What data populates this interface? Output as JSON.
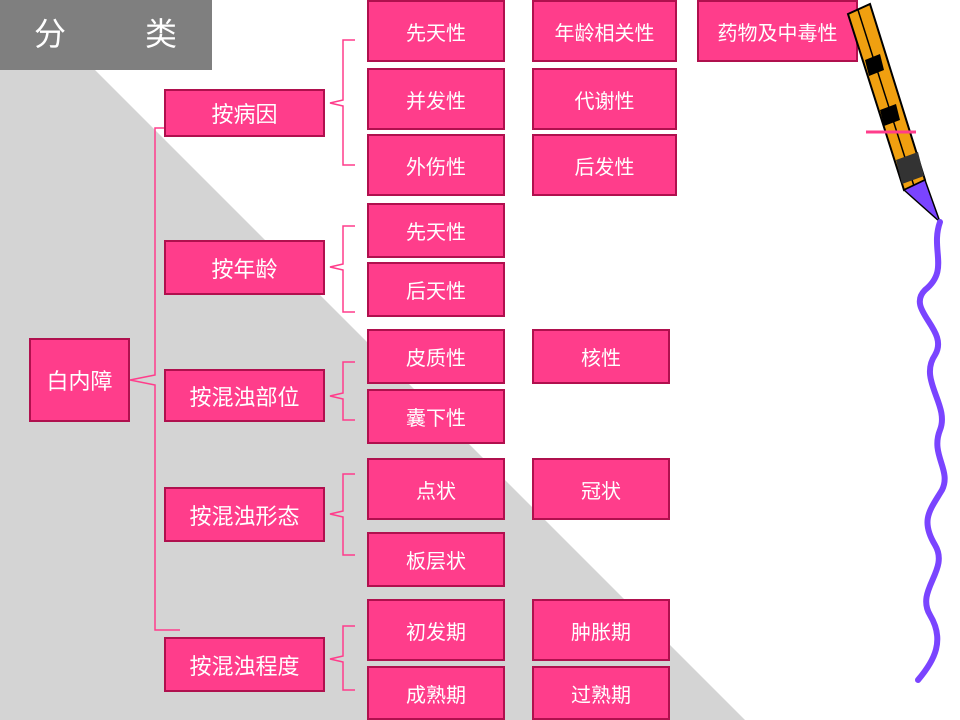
{
  "title": {
    "part1": "分",
    "part2": "类"
  },
  "root": {
    "label": "白内障"
  },
  "groups": [
    {
      "label": "按病因",
      "items": [
        "先天性",
        "年龄相关性",
        "药物及中毒性",
        "并发性",
        "代谢性",
        "外伤性",
        "后发性"
      ]
    },
    {
      "label": "按年龄",
      "items": [
        "先天性",
        "后天性"
      ]
    },
    {
      "label": "按混浊部位",
      "items": [
        "皮质性",
        "核性",
        "囊下性"
      ]
    },
    {
      "label": "按混浊形态",
      "items": [
        "点状",
        "冠状",
        "板层状"
      ]
    },
    {
      "label": "按混浊程度",
      "items": [
        "初发期",
        "肿胀期",
        "成熟期",
        "过熟期"
      ]
    }
  ],
  "colors": {
    "box_fill": "#ff3d8b",
    "box_border": "#b0104e",
    "bracket": "#ff3d8b",
    "title_bg": "#7f7f7f",
    "triangle": "#d4d4d4"
  },
  "decoration": {
    "icon": "pencil-icon",
    "line": "squiggle-line"
  }
}
